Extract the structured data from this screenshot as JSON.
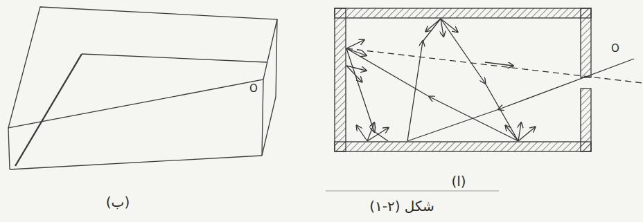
{
  "diagram": {
    "caption": "شکل (۲-۱)",
    "labels": [
      "O",
      "O",
      "(ب)",
      "(ا)"
    ]
  }
}
